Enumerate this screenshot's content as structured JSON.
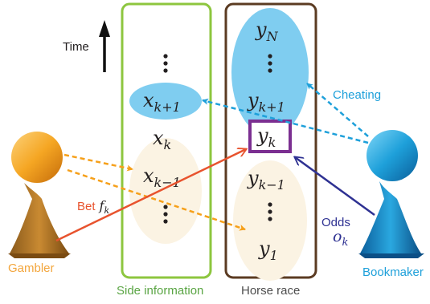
{
  "time_label": "Time",
  "side_information": {
    "caption": "Side information",
    "items": [
      {
        "base": "x",
        "sub": "k+1"
      },
      {
        "base": "x",
        "sub": "k"
      },
      {
        "base": "x",
        "sub": "k−1"
      }
    ]
  },
  "horse_race": {
    "caption": "Horse race",
    "items": [
      {
        "base": "y",
        "sub": "N"
      },
      {
        "base": "y",
        "sub": "k+1"
      },
      {
        "base": "y",
        "sub": "k"
      },
      {
        "base": "y",
        "sub": "k−1"
      },
      {
        "base": "y",
        "sub": "1"
      }
    ]
  },
  "gambler": {
    "label": "Gambler",
    "bet_label": "Bet",
    "bet_symbol": {
      "base": "f",
      "sub": "k"
    }
  },
  "bookmaker": {
    "label": "Bookmaker",
    "odds_label": "Odds",
    "odds_symbol": {
      "base": "o",
      "sub": "k"
    },
    "cheating_label": "Cheating"
  },
  "colors": {
    "green_frame": "#8dc63f",
    "brown_frame": "#5b3b22",
    "purple_box": "#7b2f91",
    "blue_ellipse": "#7fcdf0",
    "cream_ellipse": "#fbf3e3",
    "orange_arrow": "#f6a01a",
    "red_arrow": "#e8532e",
    "navy_arrow": "#2e3192",
    "cyan_arrow": "#1ea0da",
    "gambler_text": "#f3a63d",
    "bookmaker_text": "#1ea0da",
    "caption_green": "#5aa544",
    "caption_brown": "#4d4d4d"
  }
}
